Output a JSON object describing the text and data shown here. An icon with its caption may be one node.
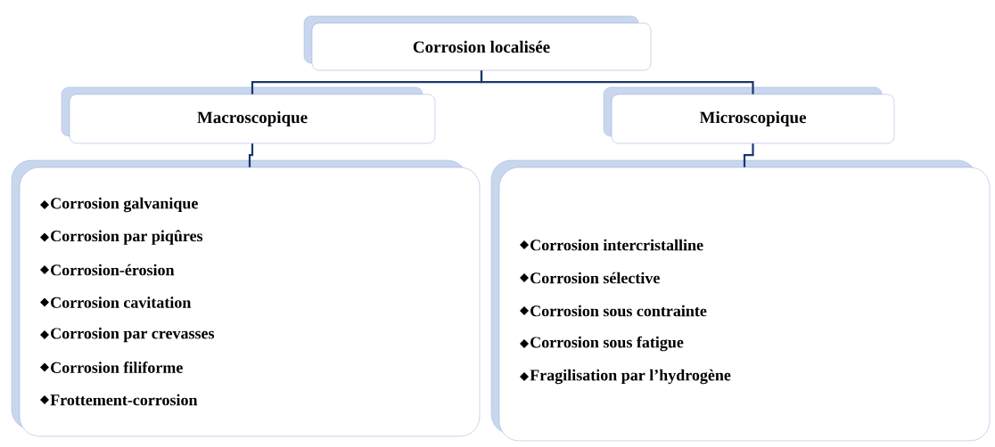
{
  "diagram": {
    "nodes": [
      {
        "text": [
          "Corrosion localisée"
        ]
      },
      {
        "text": [
          "Macroscopique"
        ]
      },
      {
        "text": [
          "Microscopique"
        ]
      },
      {
        "text": [
          "Corrosion galvanique",
          "Corrosion par piqûres",
          "Corrosion-érosion",
          "Corrosion cavitation",
          "Corrosion par crevasses",
          "Corrosion filiforme",
          "Frottement-corrosion"
        ]
      },
      {
        "text": [
          "Corrosion intercristalline",
          "Corrosion sélective",
          "Corrosion sous contrainte",
          "Corrosion sous fatigue",
          "Fragilisation par l’hydrogène"
        ]
      }
    ],
    "edges": [
      {
        "from": 0,
        "to": 1,
        "arrow": "none"
      },
      {
        "from": 0,
        "to": 2,
        "arrow": "none"
      },
      {
        "from": 1,
        "to": 3,
        "arrow": "none"
      },
      {
        "from": 2,
        "to": 4,
        "arrow": "none"
      }
    ]
  }
}
